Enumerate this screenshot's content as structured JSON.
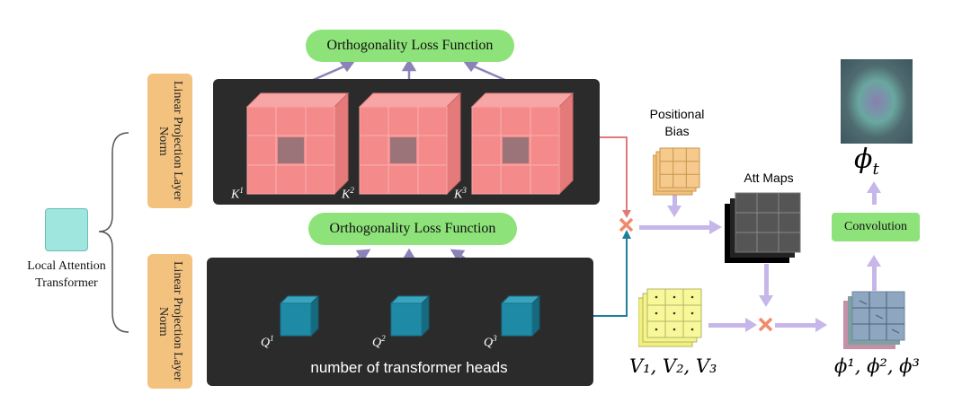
{
  "loss_top": "Orthogonality Loss Function",
  "loss_bottom": "Orthogonality Loss Function",
  "proj_top": "Linear Projection Layer Norm",
  "proj_bottom": "Linear Projection Layer Norm",
  "local_label": "Local Attention Transformer",
  "k_labels": [
    {
      "base": "K",
      "sup": "1"
    },
    {
      "base": "K",
      "sup": "2"
    },
    {
      "base": "K",
      "sup": "3"
    }
  ],
  "q_labels": [
    {
      "base": "Q",
      "sup": "1"
    },
    {
      "base": "Q",
      "sup": "2"
    },
    {
      "base": "Q",
      "sup": "3"
    }
  ],
  "heads_label": "number of transformer heads",
  "positional_bias": "Positional Bias",
  "att_maps": "Att Maps",
  "v_label": "V₁, V₂, V₃",
  "phi_label": "ϕ¹, ϕ², ϕ³",
  "phi_t_base": "ϕ",
  "phi_t_sub": "t",
  "convolution": "Convolution",
  "colors": {
    "panel": "#2b2b2b",
    "key_cube": "#f48a8a",
    "query_cube": "#1f8aa6",
    "loss_pill": "#8ee27a",
    "proj_box": "#f4c27f",
    "arrow": "#c6b6ea",
    "multiply": "#f08a6a",
    "teal_link": "#1f7f99",
    "red_link": "#e07a7a"
  }
}
